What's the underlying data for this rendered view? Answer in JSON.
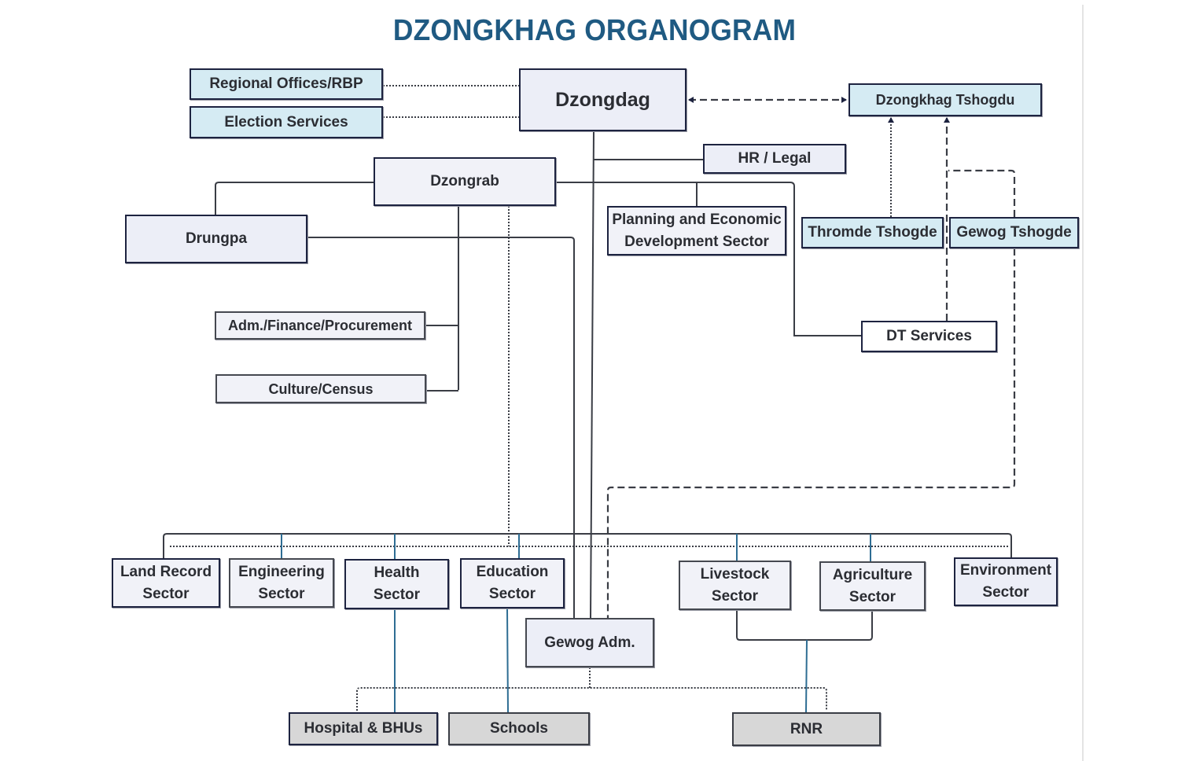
{
  "title": "DZONGKHAG ORGANOGRAM",
  "colors": {
    "title": "#1f5a82",
    "box_border": "#1d2340",
    "box_lavender": "#eceef7",
    "box_light_blue": "#d5ebf3",
    "box_grey": "#d7d7d7",
    "line_dark": "#3a3d45",
    "line_blue": "#2e6d93"
  },
  "nodes": {
    "regional_offices": "Regional Offices/RBP",
    "election_services": "Election Services",
    "dzongdag": "Dzongdag",
    "dzongkhag_tshogdu": "Dzongkhag Tshogdu",
    "hr_legal": "HR / Legal",
    "dzongrab": "Dzongrab",
    "drungpa": "Drungpa",
    "planning": "Planning and Economic Development Sector",
    "thromde_tshogde": "Thromde Tshogde",
    "gewog_tshogde": "Gewog Tshogde",
    "adm_finance": "Adm./Finance/Procurement",
    "culture_census": "Culture/Census",
    "dt_services": "DT Services",
    "land_record": "Land Record Sector",
    "engineering": "Engineering Sector",
    "health": "Health Sector",
    "education": "Education Sector",
    "livestock": "Livestock Sector",
    "agriculture": "Agriculture Sector",
    "environment": "Environment Sector",
    "gewog_adm": "Gewog Adm.",
    "hospital_bhus": "Hospital & BHUs",
    "schools": "Schools",
    "rnr": "RNR"
  },
  "connections": [
    {
      "from": "Regional Offices/RBP",
      "to": "Dzongdag",
      "style": "dotted"
    },
    {
      "from": "Election Services",
      "to": "Dzongdag",
      "style": "dotted"
    },
    {
      "from": "Dzongdag",
      "to": "Dzongkhag Tshogdu",
      "style": "dashed",
      "arrows": "both"
    },
    {
      "from": "Dzongdag",
      "to": "HR / Legal",
      "style": "solid"
    },
    {
      "from": "Dzongdag",
      "to": "Gewog Adm.",
      "style": "solid"
    },
    {
      "from": "Dzongrab",
      "to": "Drungpa",
      "style": "solid"
    },
    {
      "from": "Dzongrab",
      "to": "Planning and Economic Development Sector",
      "style": "solid"
    },
    {
      "from": "Dzongrab",
      "to": "DT Services",
      "style": "solid"
    },
    {
      "from": "Dzongrab",
      "to": "Adm./Finance/Procurement",
      "style": "solid"
    },
    {
      "from": "Dzongrab",
      "to": "Culture/Census",
      "style": "solid"
    },
    {
      "from": "Dzongrab",
      "to": "Sectors",
      "style": "dotted"
    },
    {
      "from": "Drungpa",
      "to": "Gewog Adm.",
      "style": "solid"
    },
    {
      "from": "Thromde Tshogde",
      "to": "Dzongkhag Tshogdu",
      "style": "dotted",
      "arrows": "end"
    },
    {
      "from": "DT Services",
      "to": "Dzongkhag Tshogdu",
      "style": "dashed",
      "arrows": "end"
    },
    {
      "from": "Gewog Tshogde",
      "to": "Gewog Adm.",
      "style": "dashed"
    },
    {
      "from": "Health Sector",
      "to": "Hospital & BHUs",
      "style": "solid-blue"
    },
    {
      "from": "Education Sector",
      "to": "Schools",
      "style": "solid-blue"
    },
    {
      "from": "Livestock Sector",
      "to": "RNR",
      "style": "solid-blue"
    },
    {
      "from": "Agriculture Sector",
      "to": "RNR",
      "style": "solid-blue"
    },
    {
      "from": "Gewog Adm.",
      "to": "Hospital & BHUs / Schools / RNR",
      "style": "dotted"
    }
  ]
}
